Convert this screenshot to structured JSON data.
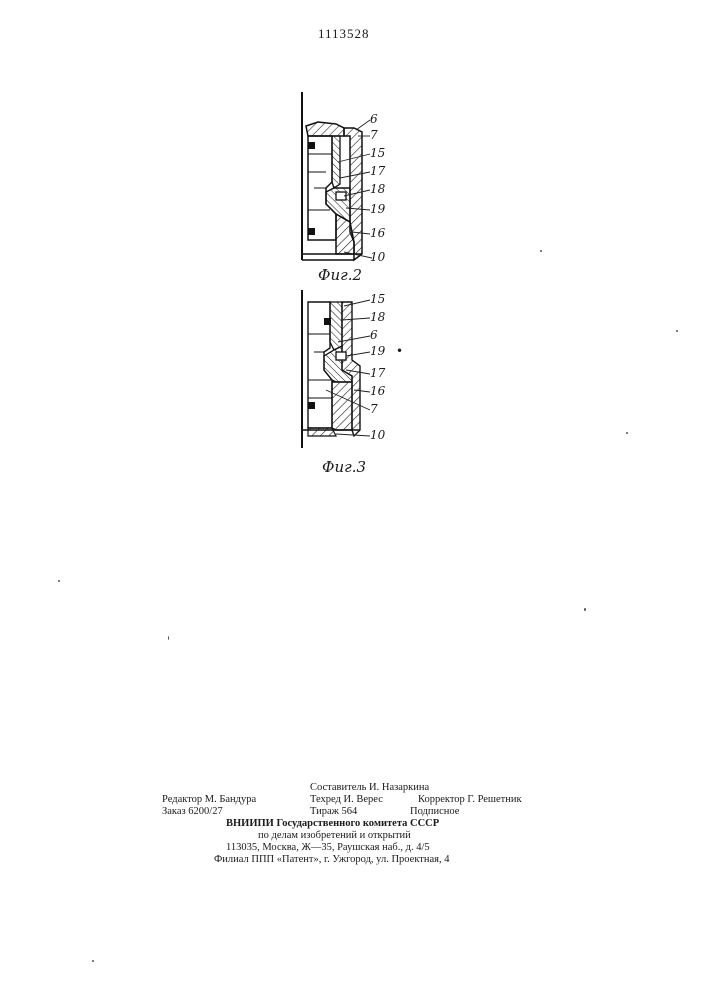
{
  "patent_number": "1113528",
  "figures": [
    {
      "caption": "Фиг.2",
      "callouts": [
        "6",
        "7",
        "15",
        "17",
        "18",
        "19",
        "16",
        "10"
      ]
    },
    {
      "caption": "Фиг.3",
      "callouts": [
        "15",
        "18",
        "6",
        "19",
        "17",
        "16",
        "7",
        "10"
      ],
      "stray_mark": "•"
    }
  ],
  "imprint": {
    "compiler": "Составитель И. Назаркина",
    "editor": "Редактор М. Бандура",
    "techred": "Техред И. Верес",
    "corrector": "Корректор Г. Решетник",
    "order": "Заказ 6200/27",
    "circulation": "Тираж 564",
    "subscription": "Подписное",
    "institute": "ВНИИПИ Государственного комитета СССР",
    "affairs": "по делам изобретений и открытий",
    "address": "113035, Москва, Ж—35, Раушская наб., д. 4/5",
    "branch": "Филиал ППП «Патент», г. Ужгород, ул. Проектная, 4"
  }
}
